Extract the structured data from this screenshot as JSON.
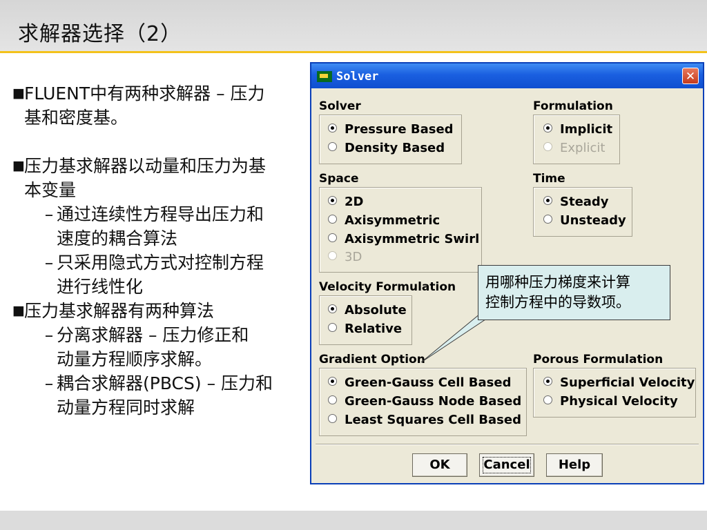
{
  "slide": {
    "title": "求解器选择（2）",
    "bullets": [
      {
        "mark": "■",
        "lines": [
          "FLUENT中有两种求解器 – 压力",
          "基和密度基。"
        ]
      },
      {
        "mark": "■",
        "lines": [
          "压力基求解器以动量和压力为基",
          "本变量"
        ]
      },
      {
        "mark": "■",
        "lines": [
          "压力基求解器有两种算法"
        ]
      }
    ],
    "sub_points": [
      {
        "dash": "–",
        "lines": [
          "通过连续性方程导出压力和",
          "速度的耦合算法"
        ]
      },
      {
        "dash": "–",
        "lines": [
          "只采用隐式方式对控制方程",
          "进行线性化"
        ]
      },
      {
        "dash": "–",
        "lines": [
          "分离求解器 – 压力修正和",
          "动量方程顺序求解。"
        ]
      },
      {
        "dash": "–",
        "lines": [
          "耦合求解器(PBCS) – 压力和",
          "动量方程同时求解"
        ]
      }
    ]
  },
  "dialog": {
    "title": "Solver",
    "close_glyph": "✕",
    "icon": "fluent-app-icon",
    "solver": {
      "label": "Solver",
      "options": [
        "Pressure Based",
        "Density Based"
      ],
      "selected": "Pressure Based"
    },
    "formulation": {
      "label": "Formulation",
      "options": [
        "Implicit",
        "Explicit"
      ],
      "selected": "Implicit",
      "disabled": [
        "Explicit"
      ]
    },
    "space": {
      "label": "Space",
      "options": [
        "2D",
        "Axisymmetric",
        "Axisymmetric Swirl",
        "3D"
      ],
      "selected": "2D",
      "disabled": [
        "3D"
      ]
    },
    "time": {
      "label": "Time",
      "options": [
        "Steady",
        "Unsteady"
      ],
      "selected": "Steady"
    },
    "velocity_formulation": {
      "label": "Velocity Formulation",
      "options": [
        "Absolute",
        "Relative"
      ],
      "selected": "Absolute"
    },
    "gradient_option": {
      "label": "Gradient Option",
      "options": [
        "Green-Gauss Cell Based",
        "Green-Gauss Node Based",
        "Least Squares Cell Based"
      ],
      "selected": "Green-Gauss Cell Based"
    },
    "porous_formulation": {
      "label": "Porous Formulation",
      "options": [
        "Superficial Velocity",
        "Physical Velocity"
      ],
      "selected": "Superficial Velocity"
    },
    "buttons": {
      "ok": "OK",
      "cancel": "Cancel",
      "help": "Help"
    }
  },
  "callout": {
    "lines": [
      "用哪种压力梯度来计算",
      "控制方程中的导数项。"
    ]
  },
  "colors": {
    "title_bar": "#1a5fe0",
    "dialog_bg": "#ece9d8",
    "callout_bg": "#d9eeee",
    "header_rule": "#f3c21b"
  }
}
